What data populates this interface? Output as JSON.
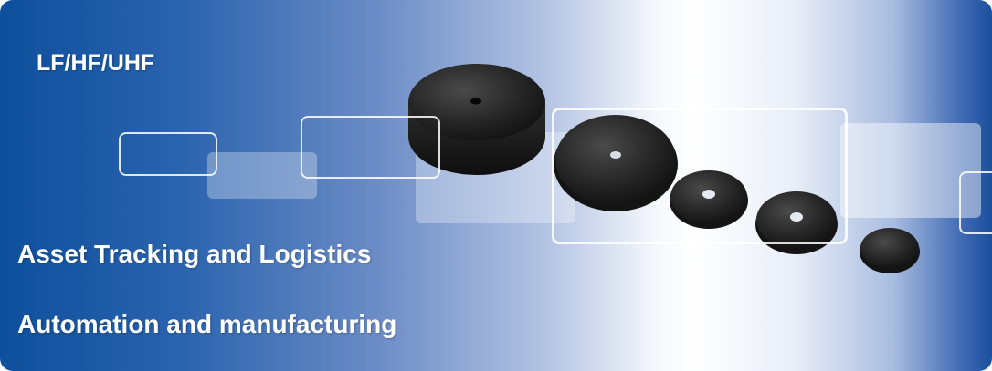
{
  "banner": {
    "heading": "LF/HF/UHF",
    "lines": [
      "Asset Tracking and Logistics",
      "Automation and manufacturing"
    ]
  },
  "product_image": {
    "subject": "black round RFID disc tags",
    "color": "#1f1f1f"
  },
  "colors": {
    "brand_blue": "#0d4f9c",
    "text": "#ffffff"
  }
}
